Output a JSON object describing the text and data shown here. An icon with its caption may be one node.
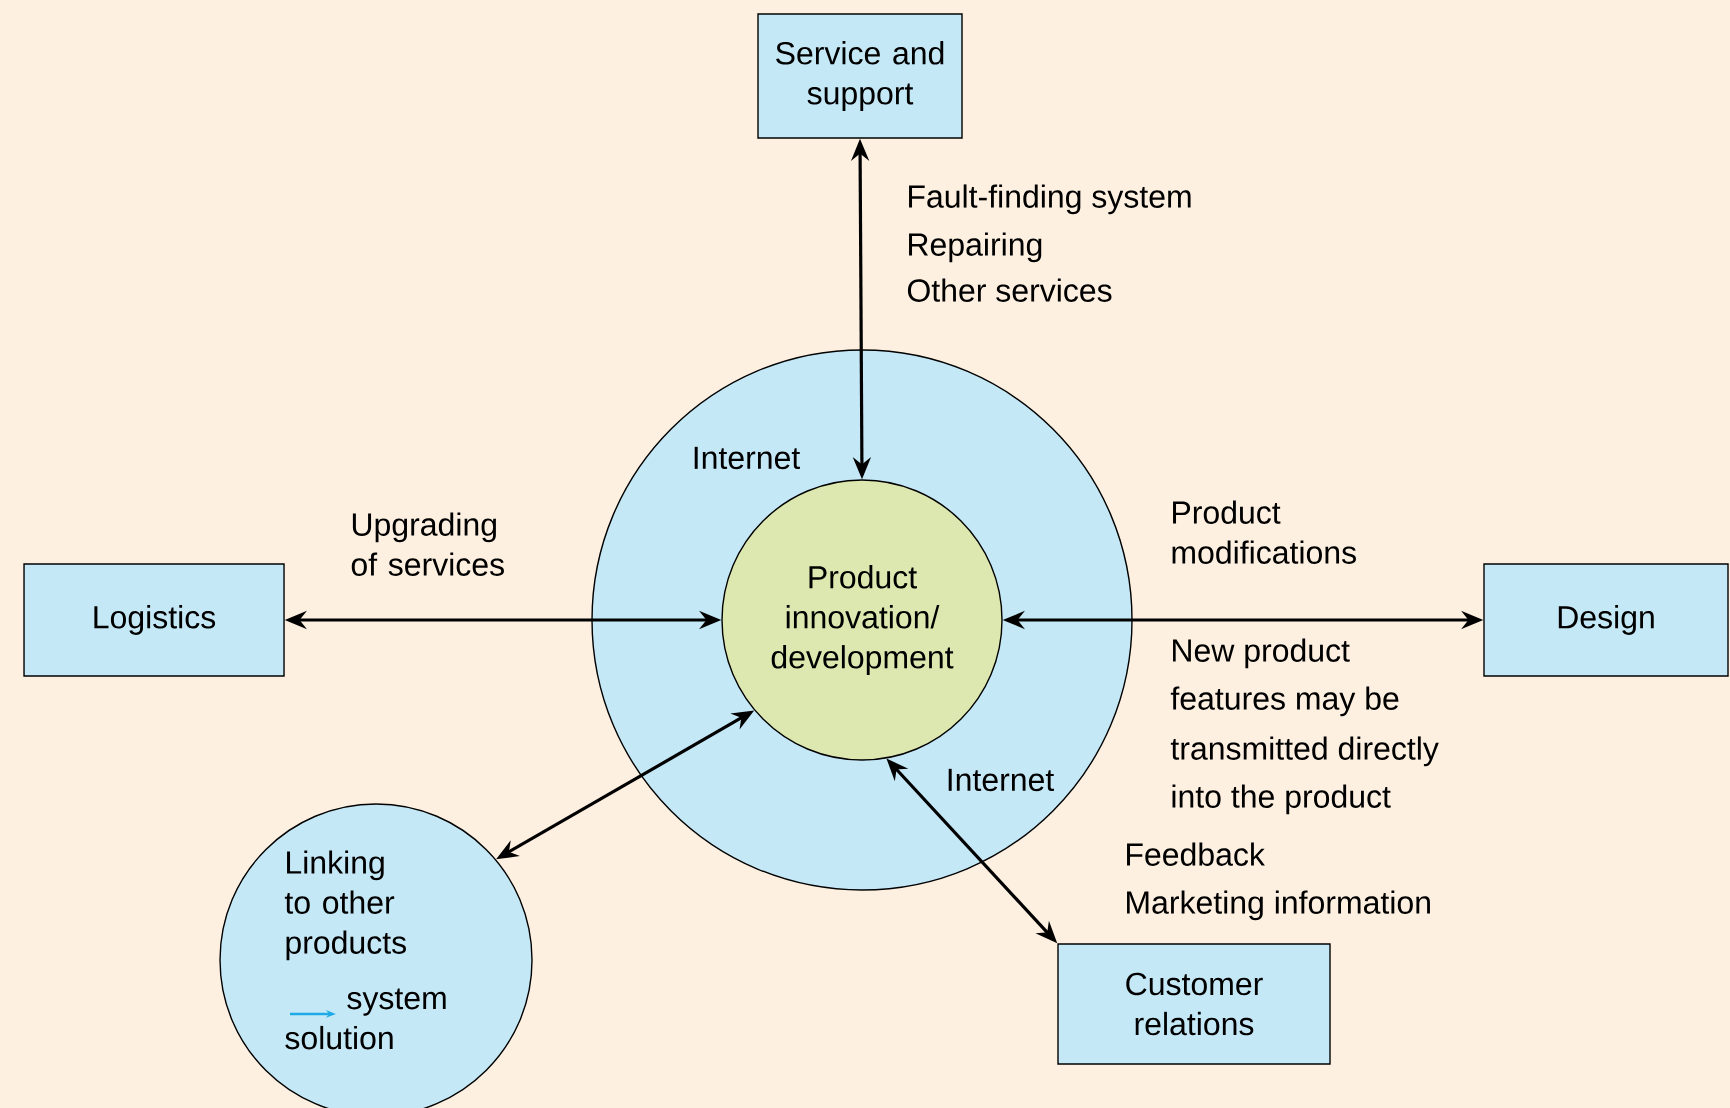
{
  "diagram": {
    "nodes": [
      {
        "text": [
          "Internet",
          "Internet"
        ]
      },
      {
        "text": [
          "Product innovation/ development"
        ],
        "in": 0
      },
      {
        "text": [
          "Service and support"
        ]
      },
      {
        "text": [
          "Logistics"
        ]
      },
      {
        "text": [
          "Design"
        ]
      },
      {
        "text": [
          "Linking to other products",
          "system solution"
        ]
      },
      {
        "text": [
          "Customer relations"
        ]
      }
    ],
    "edges": [
      {
        "from": 2,
        "to": 1,
        "arrow": "both"
      },
      {
        "from": 3,
        "to": 1,
        "arrow": "both",
        "label": "Upgrading of services"
      },
      {
        "from": 4,
        "to": 1,
        "arrow": "both",
        "label": "Product modifications"
      },
      {
        "from": 5,
        "to": 1,
        "arrow": "both"
      },
      {
        "from": 6,
        "to": 1,
        "arrow": "both"
      }
    ],
    "labels": [
      "Fault-finding system",
      "Repairing",
      "Other services",
      "New product",
      "features may be",
      "transmitted directly",
      "into the product",
      "Feedback",
      "Marketing information"
    ]
  }
}
